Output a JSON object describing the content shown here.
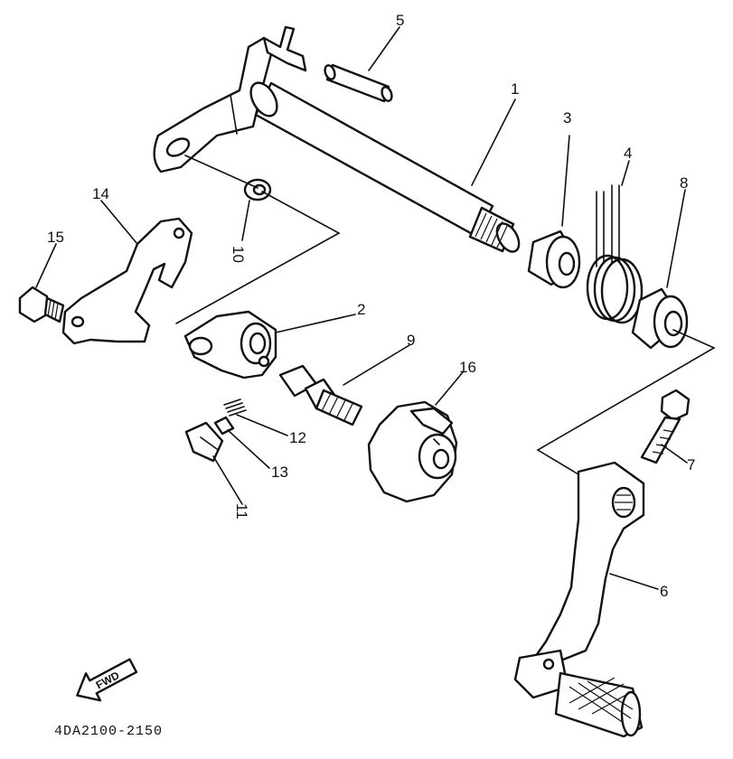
{
  "diagram": {
    "callouts": [
      {
        "id": "p1",
        "label": "1"
      },
      {
        "id": "p2",
        "label": "2"
      },
      {
        "id": "p3",
        "label": "3"
      },
      {
        "id": "p4",
        "label": "4"
      },
      {
        "id": "p5",
        "label": "5"
      },
      {
        "id": "p6",
        "label": "6"
      },
      {
        "id": "p7",
        "label": "7"
      },
      {
        "id": "p8",
        "label": "8"
      },
      {
        "id": "p9",
        "label": "9"
      },
      {
        "id": "p10",
        "label": "10"
      },
      {
        "id": "p11",
        "label": "11"
      },
      {
        "id": "p12",
        "label": "12"
      },
      {
        "id": "p13",
        "label": "13"
      },
      {
        "id": "p14",
        "label": "14"
      },
      {
        "id": "p15",
        "label": "15"
      },
      {
        "id": "p16",
        "label": "16"
      }
    ],
    "fwd_label": "FWD",
    "drawing_code": "4DA2100-2150"
  }
}
